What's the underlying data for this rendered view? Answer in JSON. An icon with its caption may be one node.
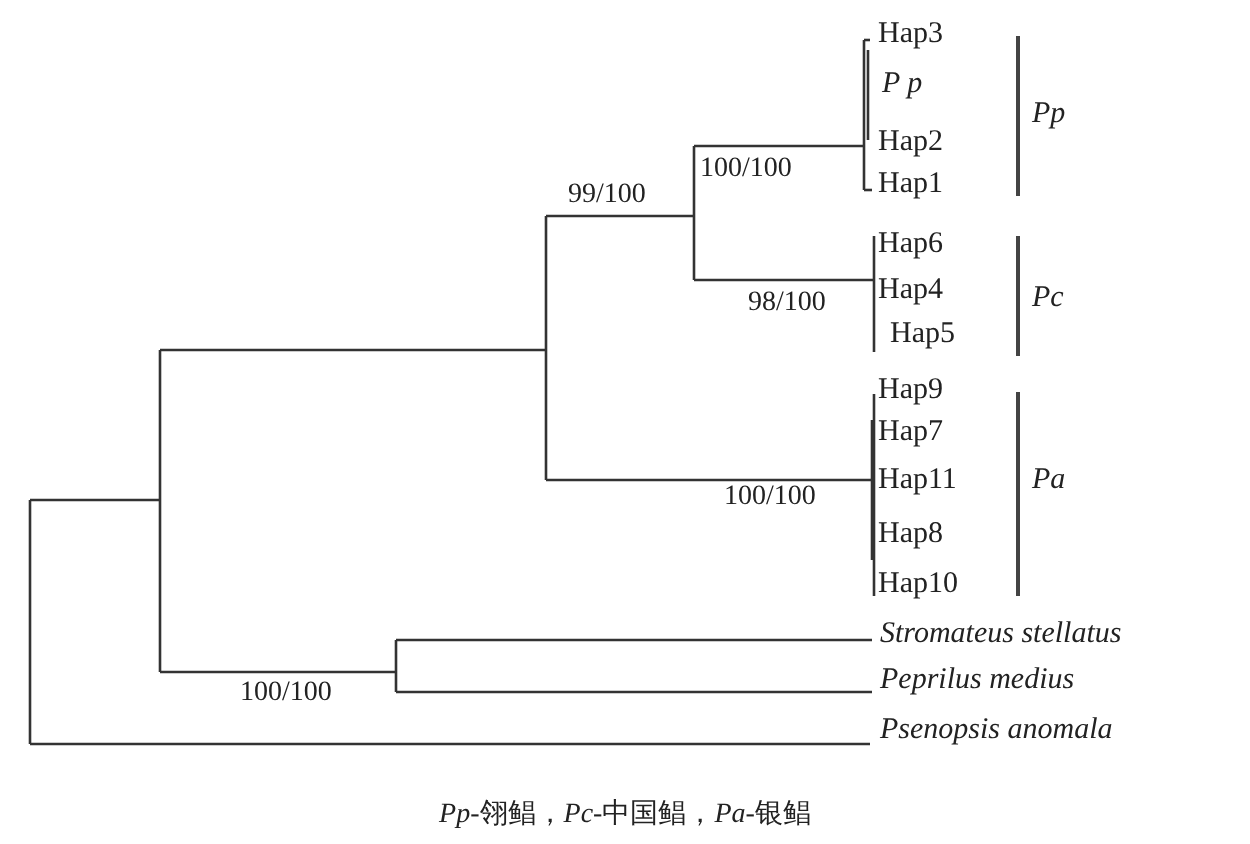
{
  "diagram": {
    "caption": "*Pp*-翎鲳，*Pc*-中国鲳，*Pa*-银鲳",
    "labels": [
      "Hap3",
      "P p",
      "Pp",
      "Hap2",
      "Hap1",
      "99/100",
      "100/100",
      "Hap6",
      "Hap4",
      "Pc",
      "98/100",
      "Hap5",
      "100/100",
      "Hap9",
      "Hap7",
      "Hap11",
      "Pa",
      "Hap8",
      "Hap10",
      "Stromateus stellatus",
      "Peprilus medius",
      "100/100",
      "Psenopsis anomala"
    ]
  }
}
